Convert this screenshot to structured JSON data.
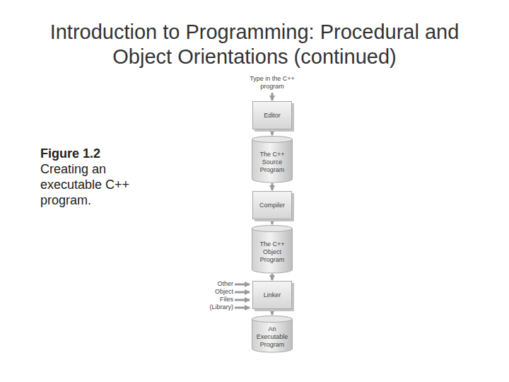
{
  "diagram": {
    "title": "Introduction to Programming: Procedural and Object Orientations (continued)",
    "caption": "Figure 1.2",
    "nodes": [
      {
        "text": [
          "Editor"
        ]
      },
      {
        "text": [
          "The C++ Source Program"
        ]
      },
      {
        "text": [
          "Compiler"
        ]
      },
      {
        "text": [
          "The C++ Object Program"
        ]
      },
      {
        "text": [
          "Linker"
        ]
      },
      {
        "text": [
          "An Executable Program"
        ]
      }
    ],
    "edges": [
      {
        "from": 0,
        "to": 1,
        "arrow": "to"
      },
      {
        "from": 1,
        "to": 2,
        "arrow": "to"
      },
      {
        "from": 2,
        "to": 3,
        "arrow": "to"
      },
      {
        "from": 3,
        "to": 4,
        "arrow": "to"
      },
      {
        "from": 4,
        "to": 5,
        "arrow": "to"
      }
    ],
    "labels": [
      "Creating an executable C++ program.",
      "Type in the C++ program",
      "Other Object Files (Library)"
    ]
  }
}
